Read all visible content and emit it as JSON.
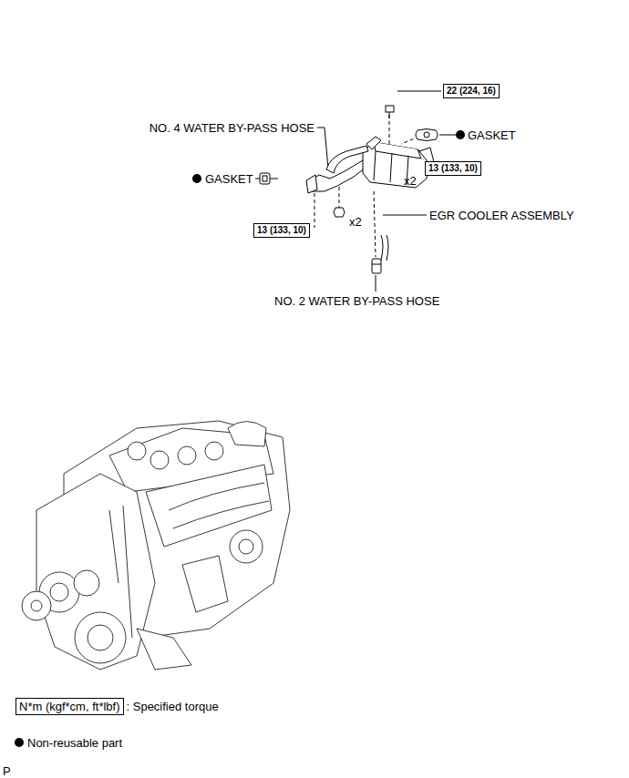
{
  "diagram": {
    "nodes": [
      {
        "text": [
          "22 (224, 16)"
        ]
      },
      {
        "text": [
          "13 (133, 10)"
        ]
      },
      {
        "text": [
          "13 (133, 10)"
        ]
      },
      {
        "text": [
          "N*m (kgf*cm, ft*lbf)"
        ]
      }
    ],
    "labels": [
      "NO. 4 WATER BY-PASS HOSE",
      "GASKET",
      "GASKET",
      "x2",
      "EGR COOLER ASSEMBLY",
      "x2",
      "NO. 2 WATER BY-PASS HOSE",
      "P"
    ],
    "legend": [
      {
        "text": ": Specified torque"
      },
      {
        "text": "Non-reusable part"
      }
    ]
  }
}
